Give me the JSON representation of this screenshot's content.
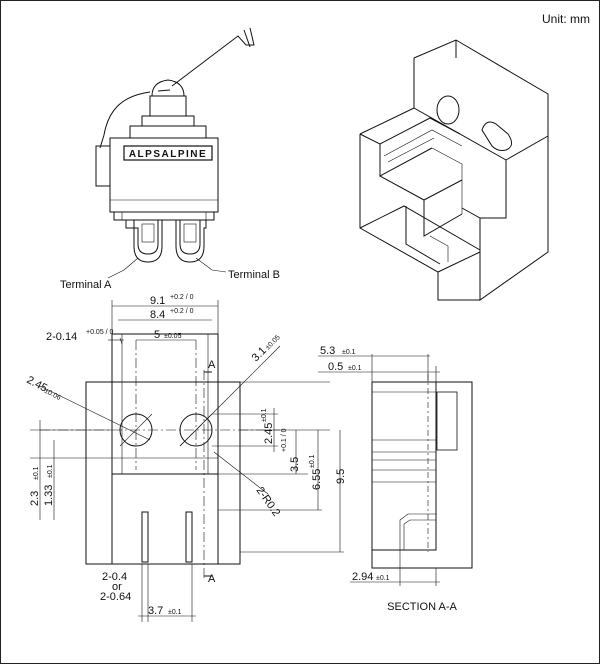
{
  "unit_label": "Unit: mm",
  "brand_label": "ALPSALPINE",
  "terminal_a": "Terminal A",
  "terminal_b": "Terminal B",
  "section_label": "SECTION A-A",
  "section_mark": "A",
  "dims": {
    "w91": "9.1",
    "w91_tol": "+0.2 / 0",
    "w84": "8.4",
    "w84_tol": "+0.2 / 0",
    "w5": "5",
    "w5_tol": "±0.05",
    "slot": "2-0.14",
    "slot_tol": "+0.05 / 0",
    "hole245": "2.45",
    "hole245_tol": "±0.06",
    "hole31": "3.1",
    "hole31_tol": "±0.05",
    "d245": "2.45",
    "d245_tol": "±0.1",
    "d35": "3.5",
    "d35_tol": "+0.1 / 0",
    "d655": "6.55",
    "d655_tol": "±0.1",
    "d95": "9.5",
    "r02": "2-R0.2",
    "d23": "2.3",
    "d23_tol": "±0.1",
    "d133": "1.33",
    "d133_tol": "±0.1",
    "term1": "2-0.4",
    "term_or": "or",
    "term2": "2-0.64",
    "d37": "3.7",
    "d37_tol": "±0.1",
    "s53": "5.3",
    "s53_tol": "±0.1",
    "s05": "0.5",
    "s05_tol": "±0.1",
    "s294": "2.94",
    "s294_tol": "±0.1"
  }
}
